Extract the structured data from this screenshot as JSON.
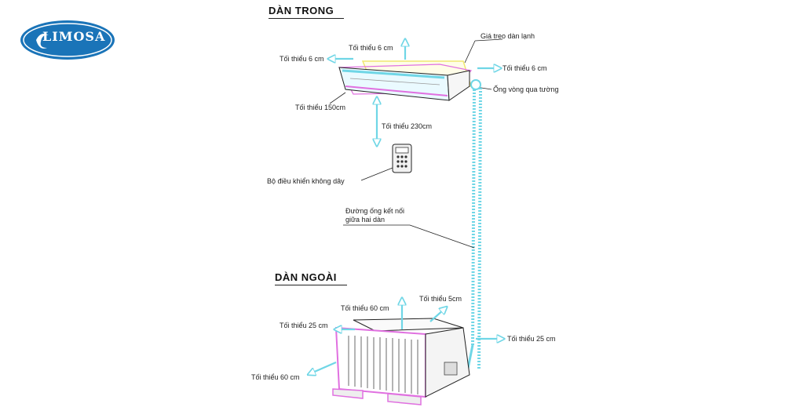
{
  "logo": {
    "text": "LIMOSA",
    "color": "#1a74b8"
  },
  "indoor": {
    "title": "DÀN TRONG",
    "labels": {
      "top": "Tối thiểu 6 cm",
      "left": "Tối thiểu 6 cm",
      "right": "Tối thiểu 6 cm",
      "bottom_left": "Tối thiểu 150cm",
      "floor": "Tối thiểu 230cm",
      "bracket": "Giá treo dàn lạnh",
      "wall_pipe": "Ống vòng qua tường",
      "remote": "Bộ điều khiển không dây"
    }
  },
  "pipe": {
    "label_line1": "Đường ống kết nối",
    "label_line2": "giữa hai dàn"
  },
  "outdoor": {
    "title": "DÀN NGOÀI",
    "labels": {
      "top": "Tối thiểu 60 cm",
      "top_right": "Tối thiểu 5cm",
      "left": "Tối thiểu 25 cm",
      "right": "Tối thiểu 25 cm",
      "front": "Tối thiểu 60 cm"
    }
  },
  "colors": {
    "arrow": "#6fd6e6",
    "magenta": "#e070e0",
    "yellow": "#f0e870",
    "cyan": "#6fd6e6"
  }
}
